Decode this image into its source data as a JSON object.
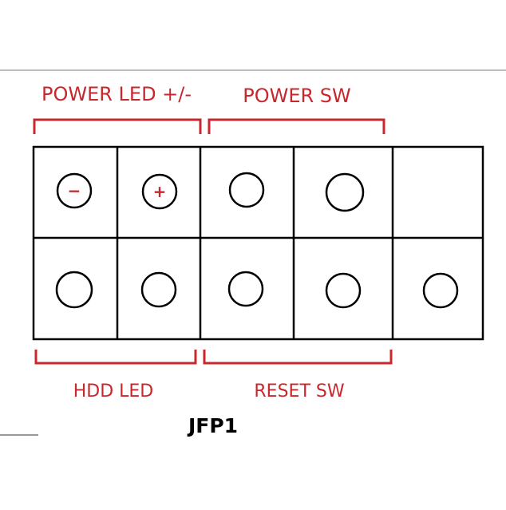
{
  "labels": {
    "power_led": "POWER LED +/-",
    "power_sw": "POWER SW",
    "hdd_led": "HDD LED",
    "reset_sw": "RESET SW",
    "title": "JFP1"
  },
  "pins": {
    "minus_sign": "−",
    "plus_sign": "+"
  },
  "colors": {
    "label": "#c8282d",
    "line": "#000000",
    "rule": "#999999"
  }
}
